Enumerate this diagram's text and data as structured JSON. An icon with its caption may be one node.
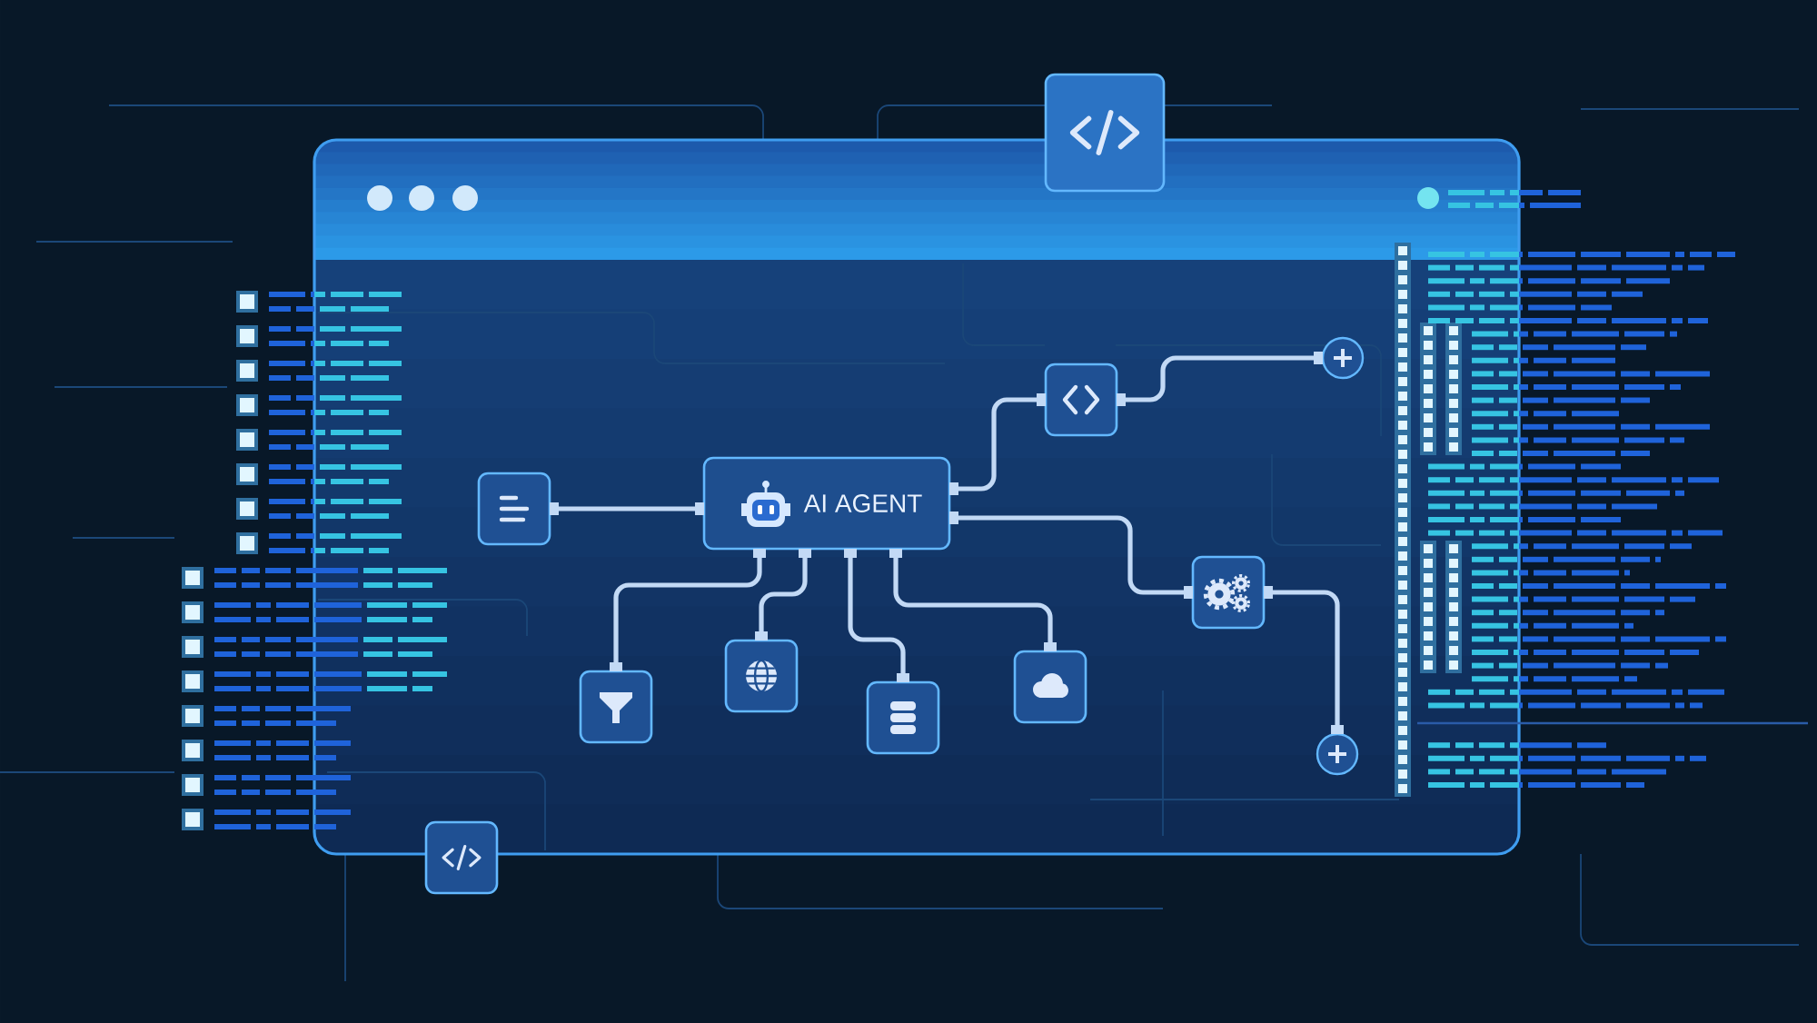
{
  "diagram": {
    "nodes": [
      {
        "text": [],
        "shape": "box"
      },
      {
        "text": [],
        "shape": "window"
      },
      {
        "text": [],
        "shape": "circle",
        "in": 1
      },
      {
        "text": [],
        "shape": "box",
        "in": 1
      },
      {
        "text": [],
        "shape": "box",
        "in": 1
      },
      {
        "text": [
          "AI AGENT"
        ],
        "in": 1
      },
      {
        "text": [],
        "shape": "box",
        "in": 1
      },
      {
        "text": [],
        "shape": "box",
        "in": 1
      },
      {
        "text": [],
        "shape": "box",
        "in": 1
      },
      {
        "text": [],
        "shape": "box",
        "in": 1
      },
      {
        "text": [],
        "shape": "box",
        "in": 1
      },
      {
        "text": [],
        "shape": "circle",
        "in": 1
      },
      {
        "text": [],
        "shape": "box"
      }
    ],
    "edges": [
      {
        "from": 4,
        "to": 5,
        "arrow": "other"
      },
      {
        "from": 5,
        "to": 3,
        "arrow": "other"
      },
      {
        "from": 3,
        "to": 2,
        "arrow": "other"
      },
      {
        "from": 5,
        "to": 6,
        "arrow": "other"
      },
      {
        "from": 6,
        "to": 11,
        "arrow": "other"
      },
      {
        "from": 5,
        "to": 9,
        "arrow": "other"
      },
      {
        "from": 5,
        "to": 7,
        "arrow": "other"
      },
      {
        "from": 5,
        "to": 10,
        "arrow": "other"
      },
      {
        "from": 5,
        "to": 8,
        "arrow": "other"
      }
    ]
  }
}
